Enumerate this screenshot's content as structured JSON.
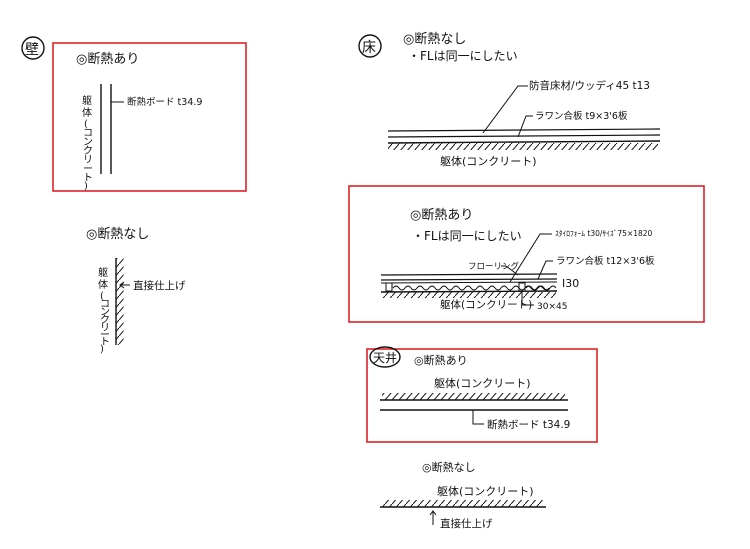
{
  "colors": {
    "ink": "#111111",
    "highlight": "#e0222a",
    "paper": "#ffffff"
  },
  "wall": {
    "badge": "壁",
    "ins": {
      "heading": "◎断熱あり",
      "structure": [
        "躯",
        "体",
        "(",
        "コ",
        "ン",
        "ク",
        "リ",
        "ー",
        "ト",
        ")"
      ],
      "board": "断熱ボード t34.9"
    },
    "noins": {
      "heading": "◎断熱なし",
      "structure": [
        "躯",
        "体",
        "(",
        "コ",
        "ン",
        "ク",
        "リ",
        "ー",
        "ト",
        ")"
      ],
      "finish": "直接仕上げ"
    }
  },
  "floor": {
    "badge": "床",
    "noins": {
      "heading": "◎断熱なし",
      "note": "・FLは同一にしたい",
      "top_material": "防音床材/ウッディ45 t13",
      "plywood": "ラワン合板 t9×3'6板",
      "structure": "躯体(コンクリート)"
    },
    "ins": {
      "heading": "◎断熱あり",
      "note": "・FLは同一にしたい",
      "foam": "ｽﾀｲﾛﾌｫｰﾑ t30/ｻｲｽﾞ75×1820",
      "flooring": "フローリング",
      "plywood": "ラワン合板 t12×3'6板",
      "thickness": "I30",
      "structure": "躯体(コンクリート)",
      "joist": "30×45"
    }
  },
  "ceiling": {
    "badge": "天井",
    "ins": {
      "heading": "◎断熱あり",
      "structure": "躯体(コンクリート)",
      "board": "断熱ボード t34.9"
    },
    "noins": {
      "heading": "◎断熱なし",
      "structure": "躯体(コンクリート)",
      "finish": "直接仕上げ"
    }
  }
}
